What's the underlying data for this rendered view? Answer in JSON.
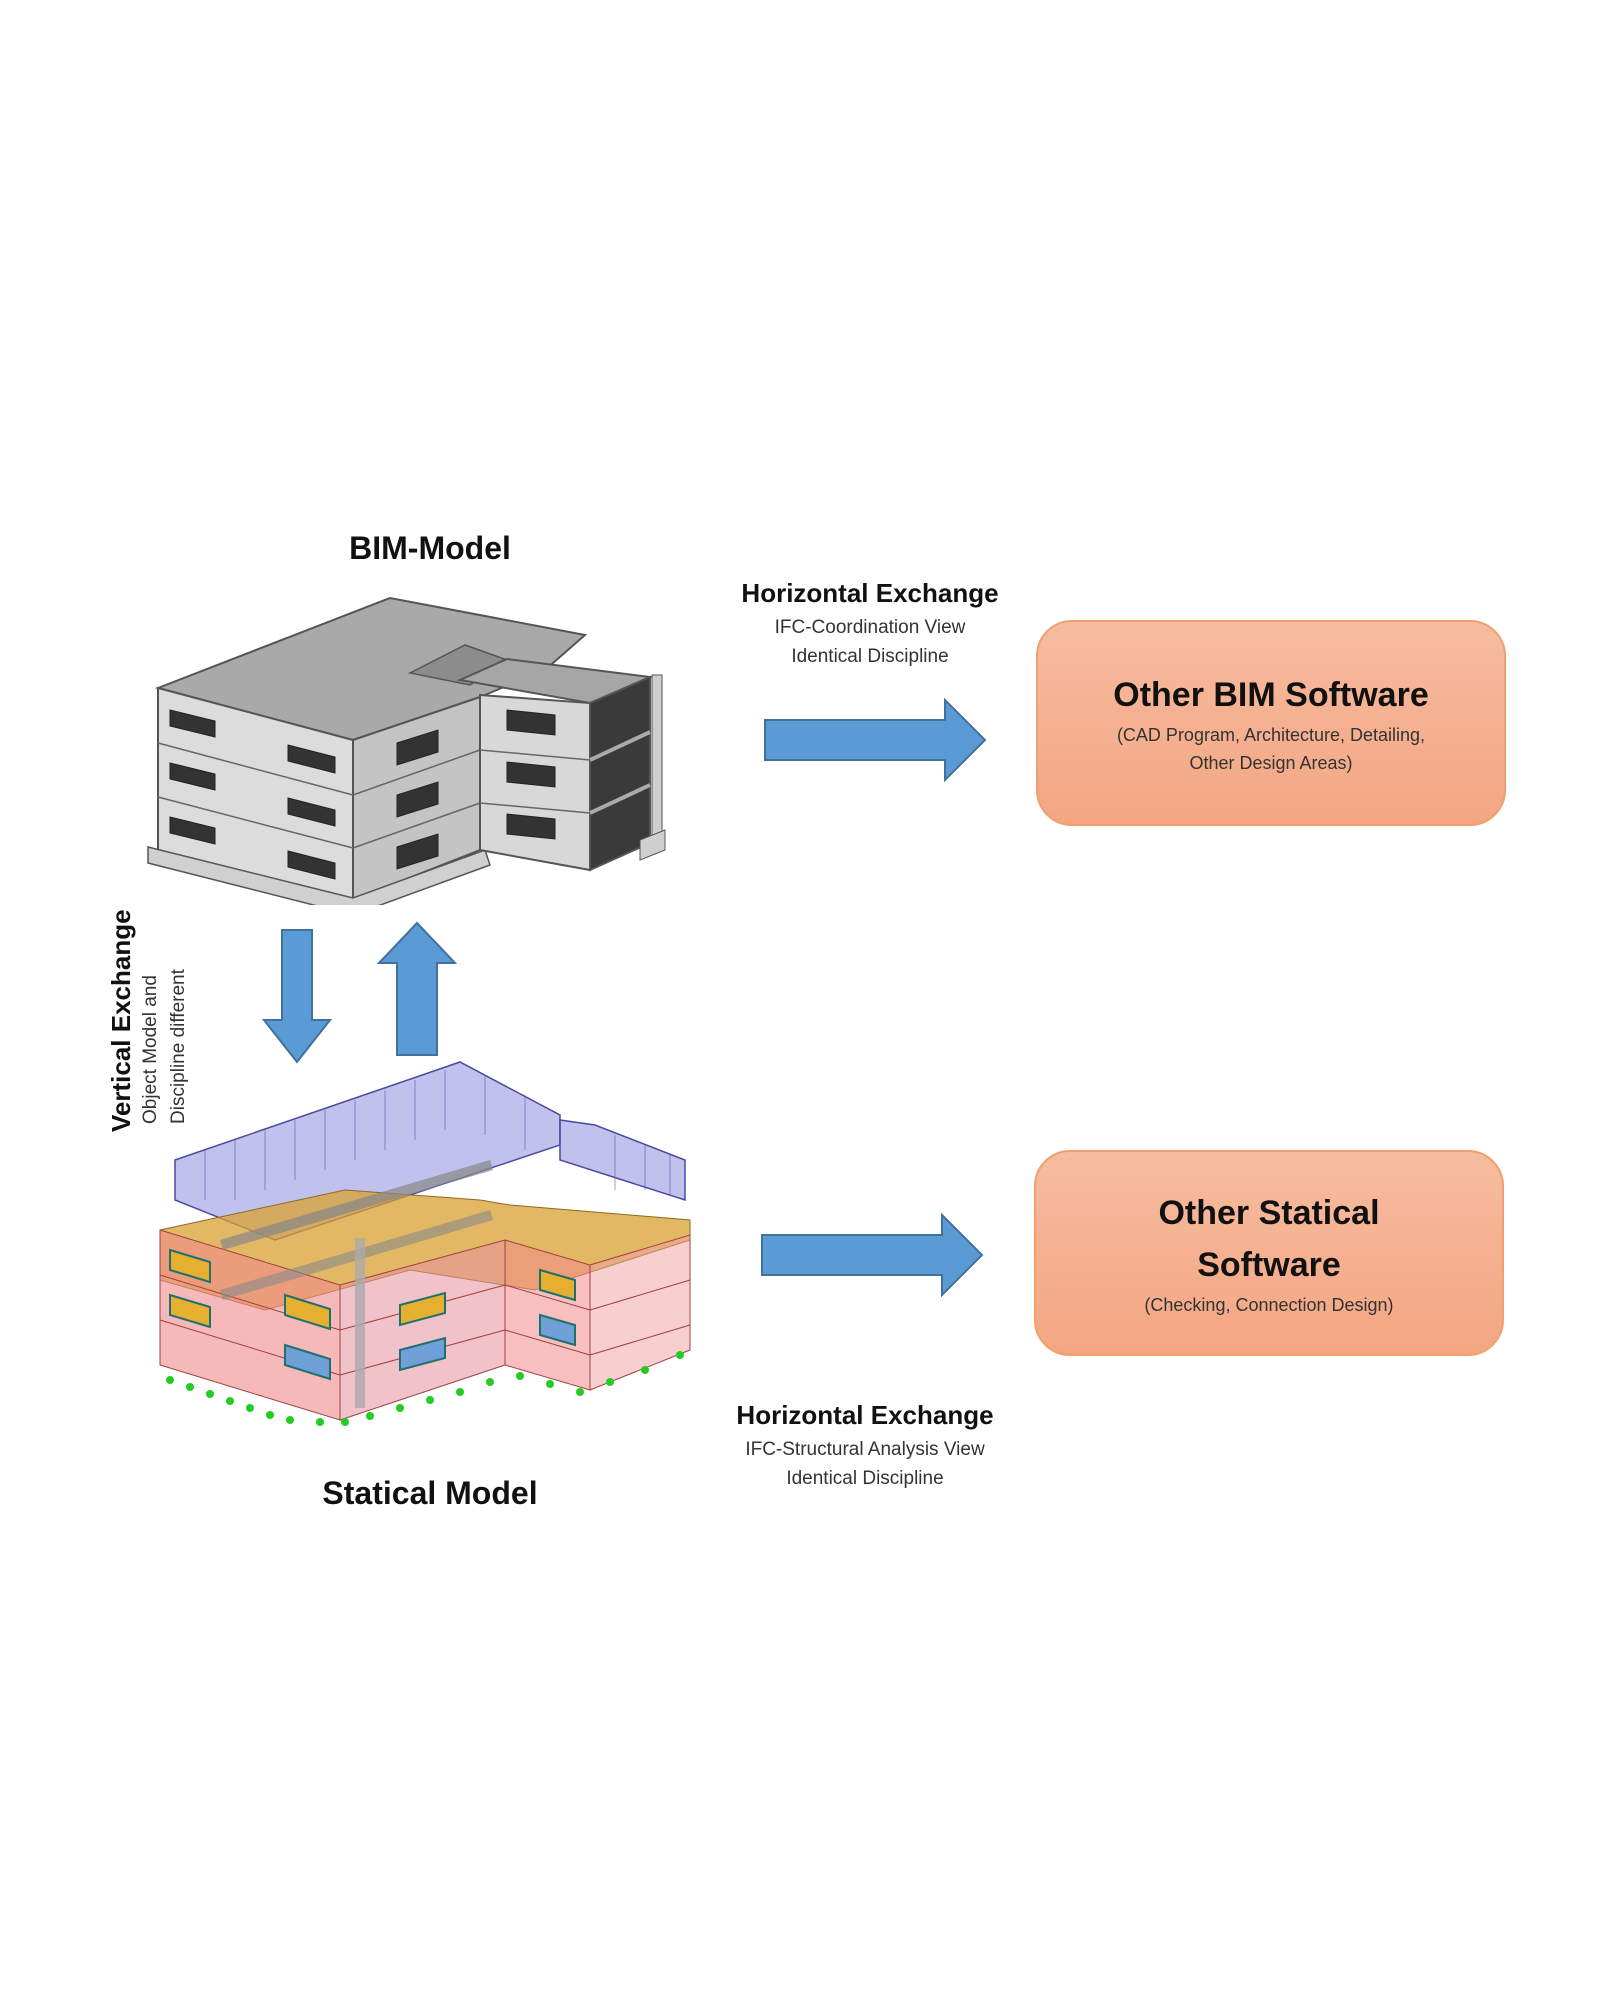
{
  "bim_model": {
    "label": "BIM-Model"
  },
  "statical_model": {
    "label": "Statical Model"
  },
  "horizontal_exchange_top": {
    "title": "Horizontal Exchange",
    "line1": "IFC-Coordination View",
    "line2": "Identical Discipline"
  },
  "horizontal_exchange_bottom": {
    "title": "Horizontal Exchange",
    "line1": "IFC-Structural Analysis View",
    "line2": "Identical Discipline"
  },
  "vertical_exchange": {
    "title": "Vertical Exchange",
    "line1": "Object Model and",
    "line2": "Discipline  different"
  },
  "box_bim": {
    "title": "Other BIM Software",
    "sub1": "(CAD Program, Architecture, Detailing,",
    "sub2": "Other Design Areas)"
  },
  "box_statical": {
    "title1": "Other Statical",
    "title2": "Software",
    "sub1": "(Checking, Connection Design)"
  },
  "colors": {
    "arrow_fill": "#5b9bd5",
    "arrow_stroke": "#41719c",
    "box_fill_top": "#f6bca0",
    "box_fill_bottom": "#f4a682",
    "box_border": "#f0a070"
  }
}
